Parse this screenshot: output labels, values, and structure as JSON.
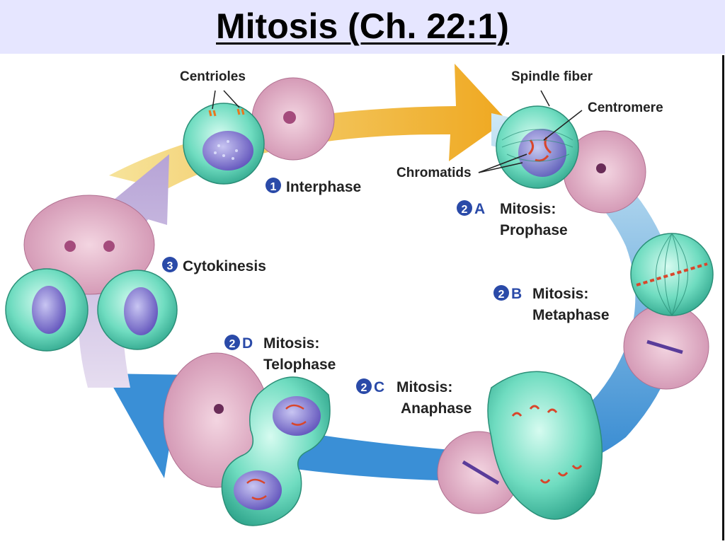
{
  "title": "Mitosis (Ch. 22:1)",
  "labels": {
    "centrioles": "Centrioles",
    "spindle_fiber": "Spindle fiber",
    "centromere": "Centromere",
    "chromatids": "Chromatids"
  },
  "stages": {
    "interphase": {
      "num": "1",
      "name": "Interphase"
    },
    "prophase": {
      "num": "2",
      "letter": "A",
      "line1": "Mitosis:",
      "line2": "Prophase"
    },
    "metaphase": {
      "num": "2",
      "letter": "B",
      "line1": "Mitosis:",
      "line2": "Metaphase"
    },
    "anaphase": {
      "num": "2",
      "letter": "C",
      "line1": "Mitosis:",
      "line2": "Anaphase"
    },
    "telophase": {
      "num": "2",
      "letter": "D",
      "line1": "Mitosis:",
      "line2": "Telophase"
    },
    "cytokinesis": {
      "num": "3",
      "name": "Cytokinesis"
    }
  },
  "colors": {
    "title_band": "#e6e6ff",
    "arrow_yellow": "#f0b023",
    "arrow_blue": "#3a8fd6",
    "arrow_purple": "#b9a2d4",
    "cell_green": "#55d2b0",
    "nucleus_purple": "#7a6bd0",
    "micrograph_pink": "#e6b8cc",
    "step_badge": "#2a4aa8"
  }
}
